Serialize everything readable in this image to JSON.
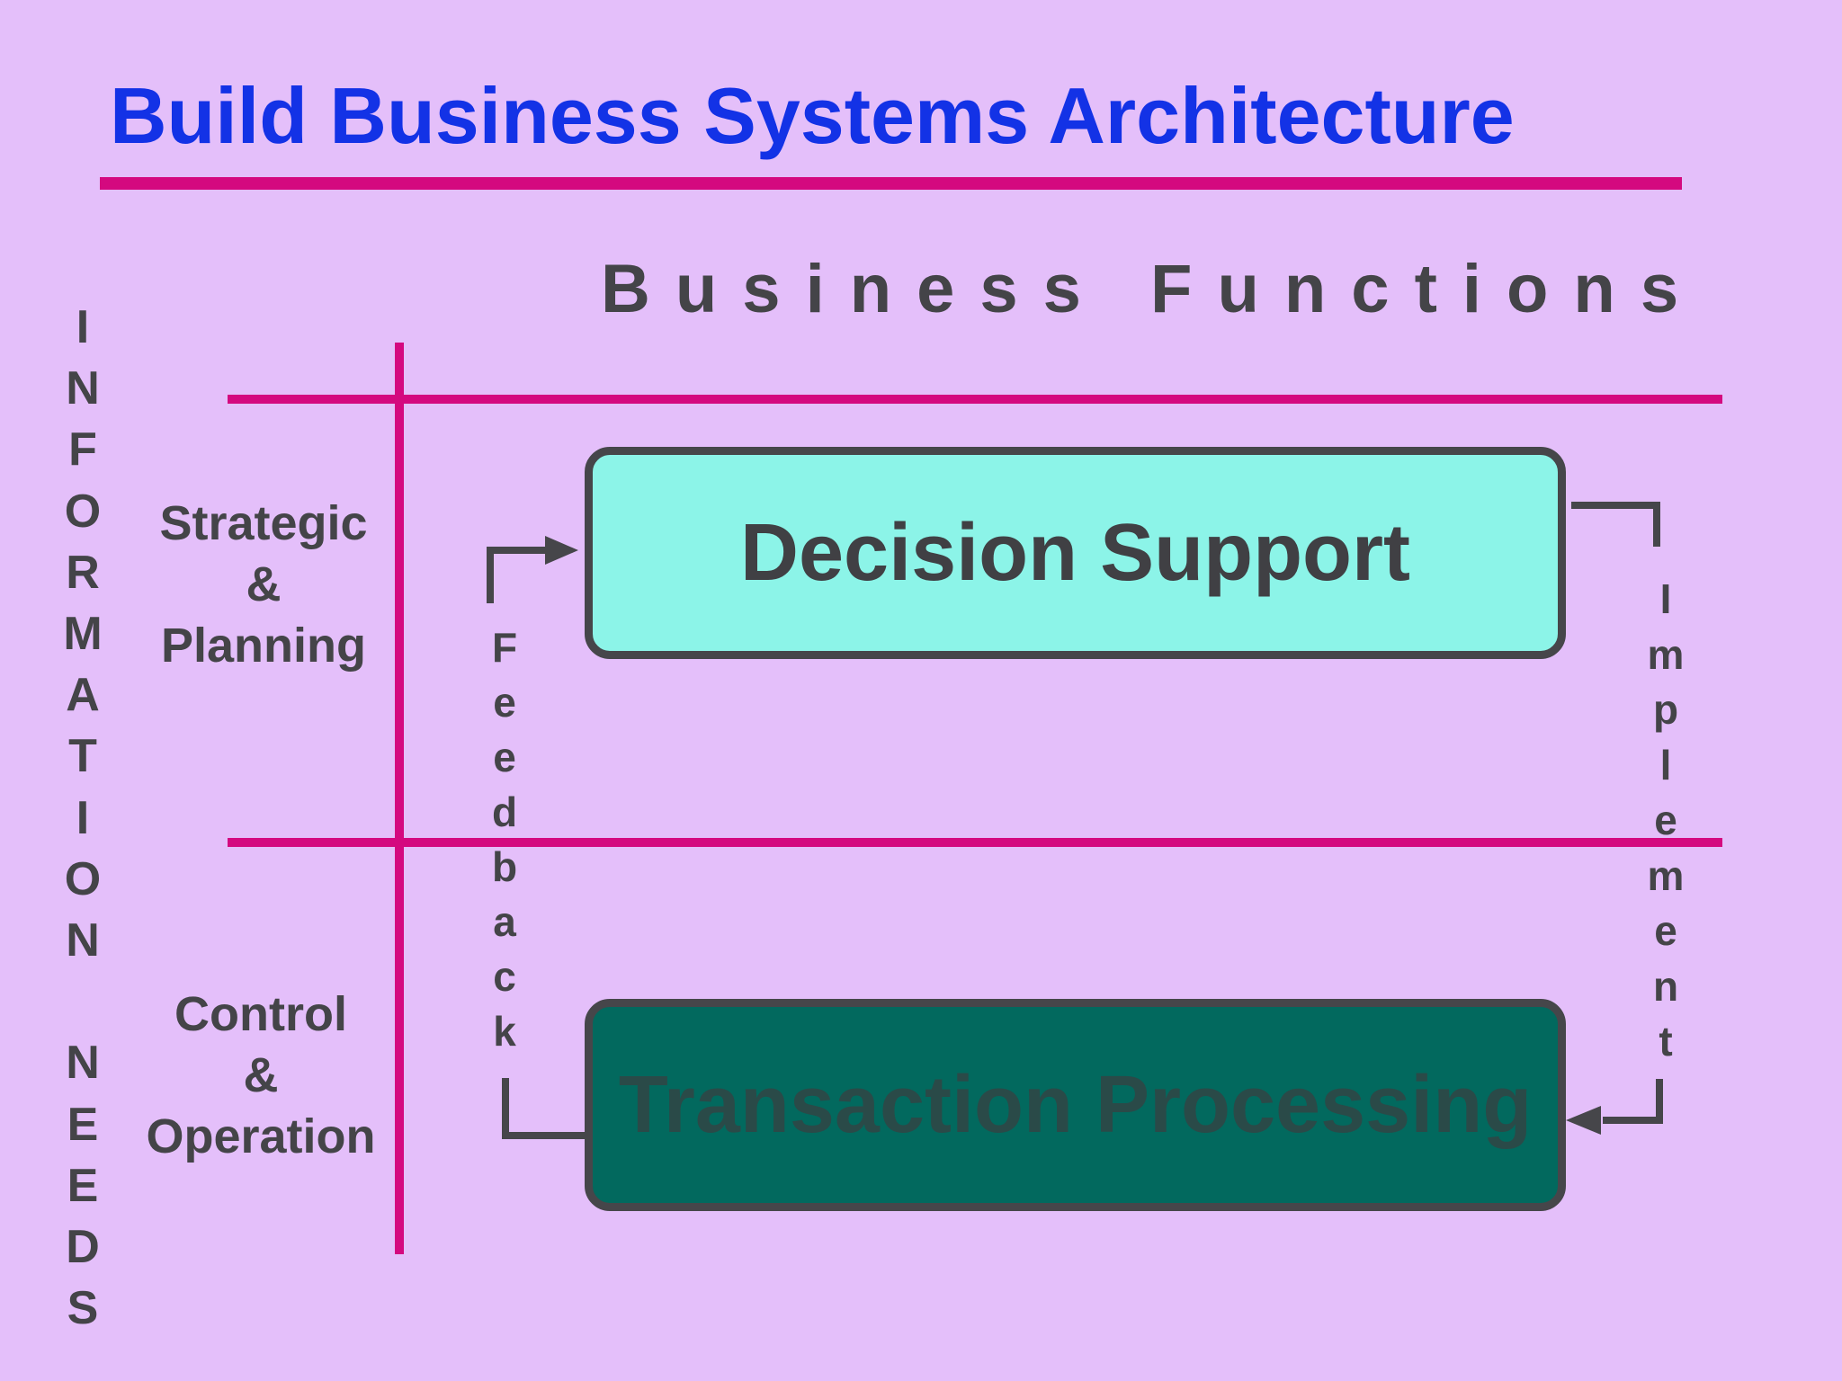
{
  "title": "Build Business Systems Architecture",
  "column_heading": "Business Functions",
  "vertical_axis_label": [
    "I",
    "N",
    "F",
    "O",
    "R",
    "M",
    "A",
    "T",
    "I",
    "O",
    "N",
    "",
    "N",
    "E",
    "E",
    "D",
    "S"
  ],
  "rows": {
    "strategic": [
      "Strategic",
      "&",
      "Planning"
    ],
    "control": [
      "Control",
      "&",
      "Operation"
    ]
  },
  "boxes": {
    "decision_support": "Decision Support",
    "transaction_processing": "Transaction Processing"
  },
  "arrows": {
    "feedback": [
      "F",
      "e",
      "e",
      "d",
      "b",
      "a",
      "c",
      "k"
    ],
    "implement": [
      "I",
      "m",
      "p",
      "l",
      "e",
      "m",
      "e",
      "n",
      "t"
    ]
  },
  "colors": {
    "background": "#e4bffa",
    "title": "#1332e6",
    "rule": "#d4097f",
    "text": "#444448",
    "decision_support_fill": "#8cf4e8",
    "transaction_processing_fill": "#02695e",
    "box_border": "#46464a"
  }
}
